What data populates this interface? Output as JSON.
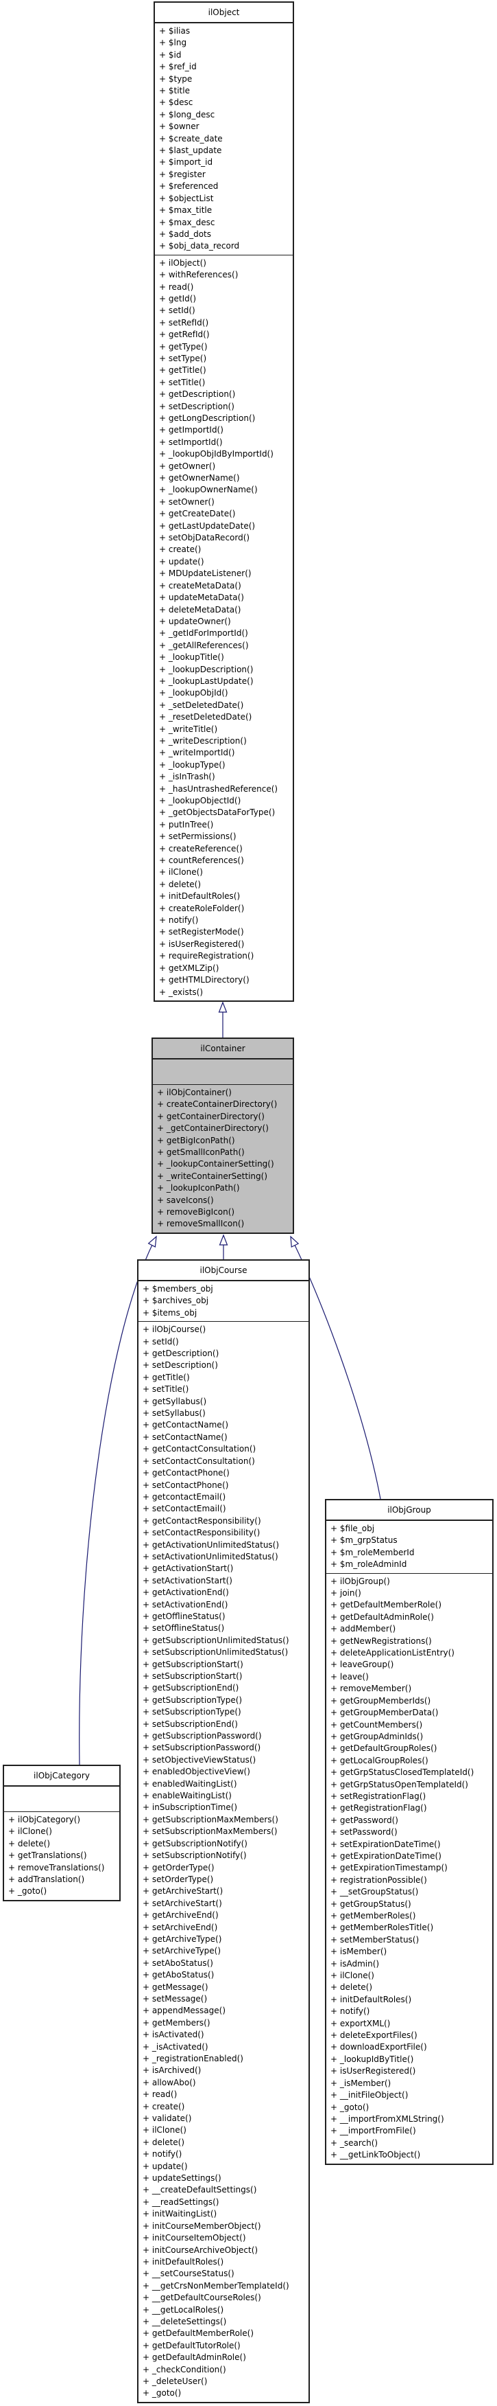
{
  "diagram": {
    "type": "uml-class-inheritance",
    "colors": {
      "edge": "#191970",
      "border": "#202020",
      "box_fill": "#ffffff",
      "highlight_fill": "#bfbfbf"
    },
    "classes": [
      {
        "id": "ilObject",
        "title": "ilObject",
        "attributes": [
          "+ $ilias",
          "+ $lng",
          "+ $id",
          "+ $ref_id",
          "+ $type",
          "+ $title",
          "+ $desc",
          "+ $long_desc",
          "+ $owner",
          "+ $create_date",
          "+ $last_update",
          "+ $import_id",
          "+ $register",
          "+ $referenced",
          "+ $objectList",
          "+ $max_title",
          "+ $max_desc",
          "+ $add_dots",
          "+ $obj_data_record"
        ],
        "methods": [
          "+ ilObject()",
          "+ withReferences()",
          "+ read()",
          "+ getId()",
          "+ setId()",
          "+ setRefId()",
          "+ getRefId()",
          "+ getType()",
          "+ setType()",
          "+ getTitle()",
          "+ setTitle()",
          "+ getDescription()",
          "+ setDescription()",
          "+ getLongDescription()",
          "+ getImportId()",
          "+ setImportId()",
          "+ _lookupObjIdByImportId()",
          "+ getOwner()",
          "+ getOwnerName()",
          "+ _lookupOwnerName()",
          "+ setOwner()",
          "+ getCreateDate()",
          "+ getLastUpdateDate()",
          "+ setObjDataRecord()",
          "+ create()",
          "+ update()",
          "+ MDUpdateListener()",
          "+ createMetaData()",
          "+ updateMetaData()",
          "+ deleteMetaData()",
          "+ updateOwner()",
          "+ _getIdForImportId()",
          "+ _getAllReferences()",
          "+ _lookupTitle()",
          "+ _lookupDescription()",
          "+ _lookupLastUpdate()",
          "+ _lookupObjId()",
          "+ _setDeletedDate()",
          "+ _resetDeletedDate()",
          "+ _writeTitle()",
          "+ _writeDescription()",
          "+ _writeImportId()",
          "+ _lookupType()",
          "+ _isInTrash()",
          "+ _hasUntrashedReference()",
          "+ _lookupObjectId()",
          "+ _getObjectsDataForType()",
          "+ putInTree()",
          "+ setPermissions()",
          "+ createReference()",
          "+ countReferences()",
          "+ ilClone()",
          "+ delete()",
          "+ initDefaultRoles()",
          "+ createRoleFolder()",
          "+ notify()",
          "+ setRegisterMode()",
          "+ isUserRegistered()",
          "+ requireRegistration()",
          "+ getXMLZip()",
          "+ getHTMLDirectory()",
          "+ _exists()"
        ]
      },
      {
        "id": "ilContainer",
        "title": "ilContainer",
        "attributes": [],
        "methods": [
          "+ ilObjContainer()",
          "+ createContainerDirectory()",
          "+ getContainerDirectory()",
          "+ _getContainerDirectory()",
          "+ getBigIconPath()",
          "+ getSmallIconPath()",
          "+ _lookupContainerSetting()",
          "+ _writeContainerSetting()",
          "+ _lookupIconPath()",
          "+ saveIcons()",
          "+ removeBigIcon()",
          "+ removeSmallIcon()"
        ]
      },
      {
        "id": "ilObjCourse",
        "title": "ilObjCourse",
        "attributes": [
          "+ $members_obj",
          "+ $archives_obj",
          "+ $items_obj"
        ],
        "methods": [
          "+ ilObjCourse()",
          "+ setId()",
          "+ getDescription()",
          "+ setDescription()",
          "+ getTitle()",
          "+ setTitle()",
          "+ getSyllabus()",
          "+ setSyllabus()",
          "+ getContactName()",
          "+ setContactName()",
          "+ getContactConsultation()",
          "+ setContactConsultation()",
          "+ getContactPhone()",
          "+ setContactPhone()",
          "+ getcontactEmail()",
          "+ setContactEmail()",
          "+ getContactResponsibility()",
          "+ setContactResponsibility()",
          "+ getActivationUnlimitedStatus()",
          "+ setActivationUnlimitedStatus()",
          "+ getActivationStart()",
          "+ setActivationStart()",
          "+ getActivationEnd()",
          "+ setActivationEnd()",
          "+ getOfflineStatus()",
          "+ setOfflineStatus()",
          "+ getSubscriptionUnlimitedStatus()",
          "+ setSubscriptionUnlimitedStatus()",
          "+ getSubscriptionStart()",
          "+ setSubscriptionStart()",
          "+ getSubscriptionEnd()",
          "+ getSubscriptionType()",
          "+ setSubscriptionType()",
          "+ setSubscriptionEnd()",
          "+ getSubscriptionPassword()",
          "+ setSubscriptionPassword()",
          "+ setObjectiveViewStatus()",
          "+ enabledObjectiveView()",
          "+ enabledWaitingList()",
          "+ enableWaitingList()",
          "+ inSubscriptionTime()",
          "+ getSubscriptionMaxMembers()",
          "+ setSubscriptionMaxMembers()",
          "+ getSubscriptionNotify()",
          "+ setSubscriptionNotify()",
          "+ getOrderType()",
          "+ setOrderType()",
          "+ getArchiveStart()",
          "+ setArchiveStart()",
          "+ getArchiveEnd()",
          "+ setArchiveEnd()",
          "+ getArchiveType()",
          "+ setArchiveType()",
          "+ setAboStatus()",
          "+ getAboStatus()",
          "+ getMessage()",
          "+ setMessage()",
          "+ appendMessage()",
          "+ getMembers()",
          "+ isActivated()",
          "+ _isActivated()",
          "+ _registrationEnabled()",
          "+ isArchived()",
          "+ allowAbo()",
          "+ read()",
          "+ create()",
          "+ validate()",
          "+ ilClone()",
          "+ delete()",
          "+ notify()",
          "+ update()",
          "+ updateSettings()",
          "+ __createDefaultSettings()",
          "+ __readSettings()",
          "+ initWaitingList()",
          "+ initCourseMemberObject()",
          "+ initCourseItemObject()",
          "+ initCourseArchiveObject()",
          "+ initDefaultRoles()",
          "+ __setCourseStatus()",
          "+ __getCrsNonMemberTemplateId()",
          "+ __getDefaultCourseRoles()",
          "+ __getLocalRoles()",
          "+ __deleteSettings()",
          "+ getDefaultMemberRole()",
          "+ getDefaultTutorRole()",
          "+ getDefaultAdminRole()",
          "+ _checkCondition()",
          "+ _deleteUser()",
          "+ _goto()"
        ]
      },
      {
        "id": "ilObjCategory",
        "title": "ilObjCategory",
        "attributes": [],
        "methods": [
          "+ ilObjCategory()",
          "+ ilClone()",
          "+ delete()",
          "+ getTranslations()",
          "+ removeTranslations()",
          "+ addTranslation()",
          "+ _goto()"
        ]
      },
      {
        "id": "ilObjGroup",
        "title": "ilObjGroup",
        "attributes": [
          "+ $file_obj",
          "+ $m_grpStatus",
          "+ $m_roleMemberId",
          "+ $m_roleAdminId"
        ],
        "methods": [
          "+ ilObjGroup()",
          "+ join()",
          "+ getDefaultMemberRole()",
          "+ getDefaultAdminRole()",
          "+ addMember()",
          "+ getNewRegistrations()",
          "+ deleteApplicationListEntry()",
          "+ leaveGroup()",
          "+ leave()",
          "+ removeMember()",
          "+ getGroupMemberIds()",
          "+ getGroupMemberData()",
          "+ getCountMembers()",
          "+ getGroupAdminIds()",
          "+ getDefaultGroupRoles()",
          "+ getLocalGroupRoles()",
          "+ getGrpStatusClosedTemplateId()",
          "+ getGrpStatusOpenTemplateId()",
          "+ setRegistrationFlag()",
          "+ getRegistrationFlag()",
          "+ getPassword()",
          "+ setPassword()",
          "+ setExpirationDateTime()",
          "+ getExpirationDateTime()",
          "+ getExpirationTimestamp()",
          "+ registrationPossible()",
          "+ __setGroupStatus()",
          "+ getGroupStatus()",
          "+ getMemberRoles()",
          "+ getMemberRolesTitle()",
          "+ setMemberStatus()",
          "+ isMember()",
          "+ isAdmin()",
          "+ ilClone()",
          "+ delete()",
          "+ initDefaultRoles()",
          "+ notify()",
          "+ exportXML()",
          "+ deleteExportFiles()",
          "+ downloadExportFile()",
          "+ _lookupIdByTitle()",
          "+ isUserRegistered()",
          "+ _isMember()",
          "+ __initFileObject()",
          "+ _goto()",
          "+ __importFromXMLString()",
          "+ __importFromFile()",
          "+ _search()",
          "+ __getLinkToObject()"
        ]
      }
    ]
  }
}
